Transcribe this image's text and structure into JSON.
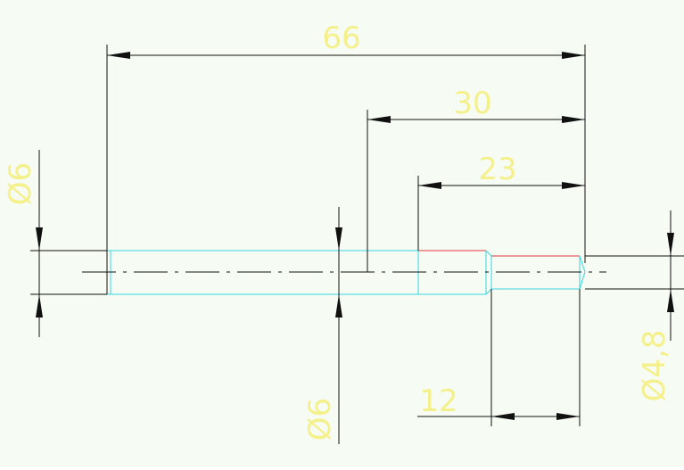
{
  "drawing": {
    "dimensions": {
      "overall_length": "66",
      "step_length": "30",
      "shoulder_length": "23",
      "tip_length": "12",
      "diameter_left": "Ø6",
      "diameter_mid": "Ø6",
      "diameter_tip": "Ø4,8"
    }
  },
  "colors": {
    "background": "#f6fbf4",
    "dimension_text": "#f4f08a",
    "dimension_lines": "#111111",
    "part_outline": "#35d6e0",
    "part_top_edge_highlight": "#e23a3a"
  }
}
